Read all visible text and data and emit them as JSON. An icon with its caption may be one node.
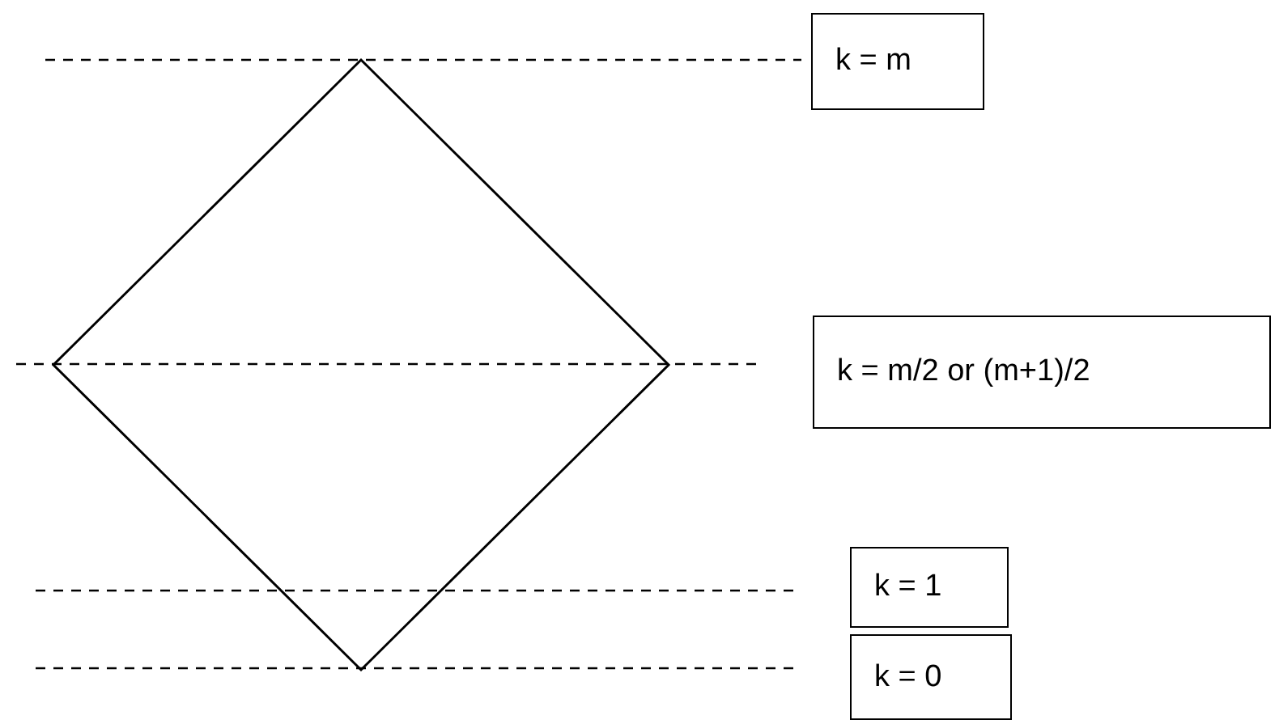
{
  "diagram": {
    "nodes": [
      {
        "text": [],
        "shape": "diamond"
      },
      {
        "text": [
          "k = m"
        ]
      },
      {
        "text": [
          "k = m/2 or (m+1)/2"
        ]
      },
      {
        "text": [
          "k = 1"
        ]
      },
      {
        "text": [
          "k = 0"
        ]
      }
    ]
  }
}
